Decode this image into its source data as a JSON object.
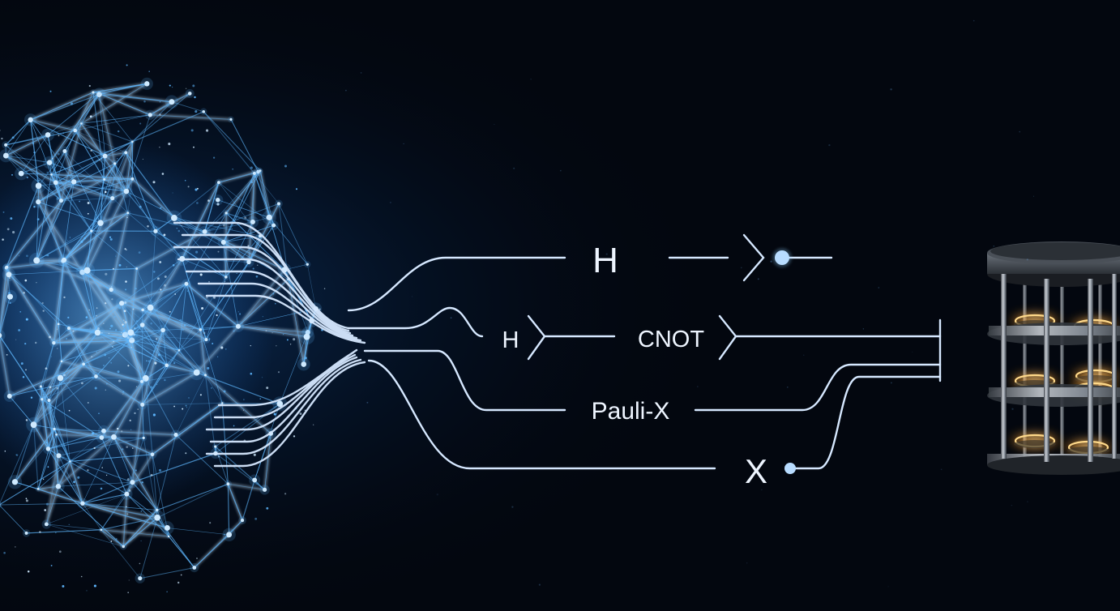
{
  "gates": {
    "h_top": "H",
    "h_mid": "H",
    "cnot": "CNOT",
    "pauli_x": "Pauli-X",
    "x": "X"
  },
  "colors": {
    "background": "#03070f",
    "network_glow": "#5fb8ff",
    "network_core": "#cfeaff",
    "wire": "#d6e8ff",
    "label": "#eef5ff",
    "metal": "#8e96a0",
    "qubit_glow": "#ffb347"
  },
  "icons": [
    "neural-network-icon",
    "quantum-processor-icon"
  ]
}
